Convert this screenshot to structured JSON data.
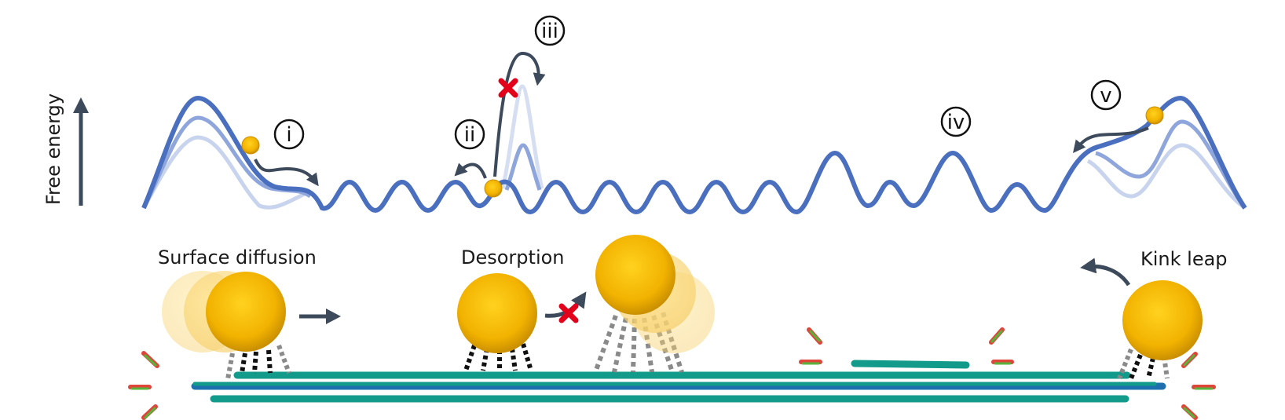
{
  "axis": {
    "label": "Free energy"
  },
  "markers": [
    "i",
    "ii",
    "iii",
    "iv",
    "v"
  ],
  "process_labels": {
    "surface_diffusion": "Surface diffusion",
    "desorption": "Desorption",
    "kink_leap": "Kink leap"
  },
  "colors": {
    "landscape": "#4a6fbf",
    "landscape_mid": "#8ea6db",
    "landscape_light": "#c8d4ee",
    "particle": "#f0b400",
    "particle_dark": "#c98f00",
    "arrow": "#3d4a5c",
    "blocked": "#e3001b",
    "fiber_teal": "#129a8a",
    "fiber_blue": "#1e6fae",
    "bond": "#8a8a8a",
    "bond_dark": "#111111",
    "tick_red": "#e0453a",
    "tick_green": "#58b23c"
  }
}
